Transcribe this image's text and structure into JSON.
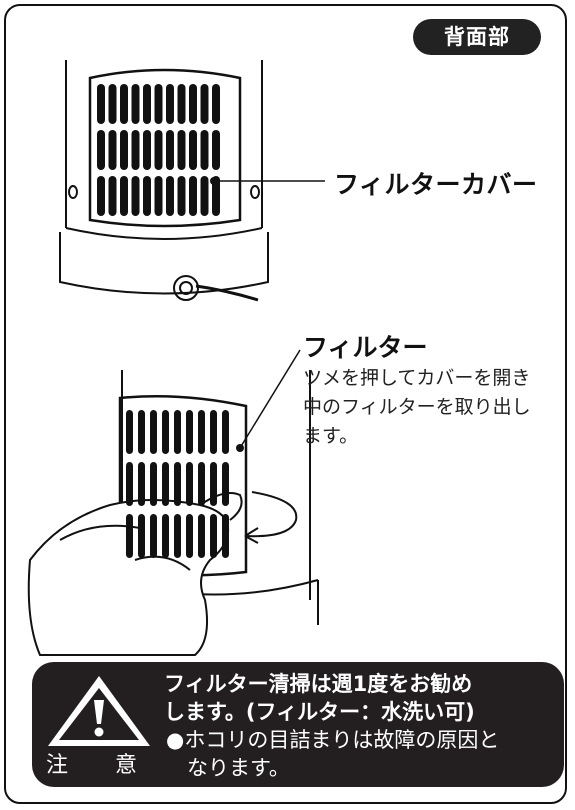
{
  "badge": "背面部",
  "labels": {
    "filter_cover": "フィルターカバー",
    "filter": "フィルター",
    "instruction_lines": [
      "ツメを押してカバーを開き",
      "中のフィルターを取り出し",
      "ます。"
    ]
  },
  "warning": {
    "kanji": "注 意",
    "bold_lines": [
      "フィルター清掃は週1度をお勧め",
      "します。(フィルター：水洗い可)"
    ],
    "note_lines": [
      "●ホコリの目詰まりは故障の原因と",
      "　なります。"
    ]
  },
  "colors": {
    "frame": "#111111",
    "badge_bg": "#222222",
    "warning_bg": "#231f20"
  }
}
